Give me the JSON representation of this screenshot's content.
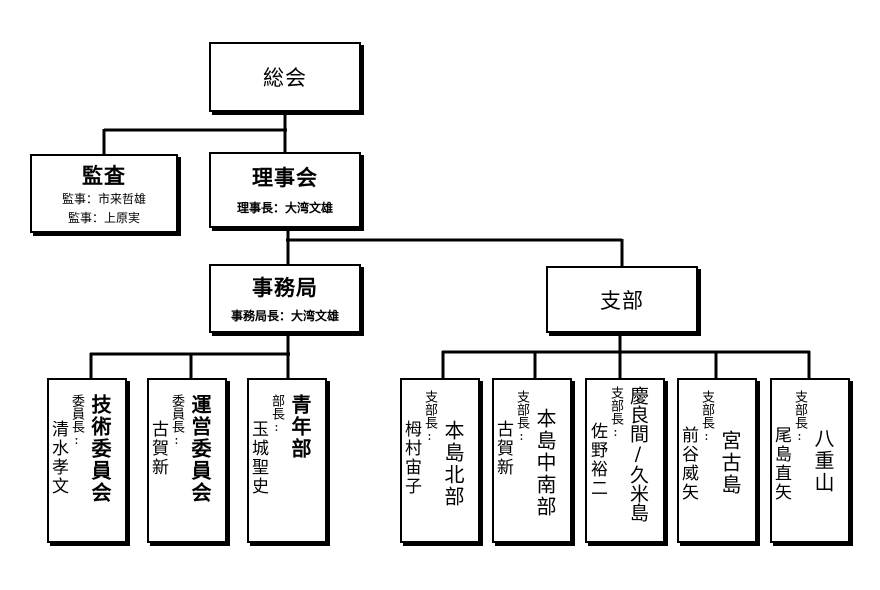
{
  "general_assembly": {
    "title": "総会"
  },
  "audit": {
    "title": "監査",
    "members": [
      "監事：市来哲雄",
      "監事：上原実"
    ]
  },
  "board": {
    "title": "理事会",
    "chair": "理事長：大湾文雄"
  },
  "secretariat": {
    "title": "事務局",
    "head": "事務局長：大湾文雄"
  },
  "branches": {
    "title": "支部"
  },
  "committees": [
    {
      "name": "技術委員会",
      "role": "委員長:",
      "person": "清水孝文"
    },
    {
      "name": "運営委員会",
      "role": "委員長:",
      "person": "古賀新"
    },
    {
      "name": "青年部",
      "role": "部長:",
      "person": "玉城聖史"
    }
  ],
  "branch_list": [
    {
      "name": "本島北部",
      "role": "支部長:",
      "person": "栂村宙子"
    },
    {
      "name": "本島中南部",
      "role": "支部長:",
      "person": "古賀新"
    },
    {
      "name": "慶良間/久米島",
      "role": "支部長:",
      "person": "佐野裕二"
    },
    {
      "name": "宮古島",
      "role": "支部長:",
      "person": "前谷威矢"
    },
    {
      "name": "八重山",
      "role": "支部長:",
      "person": "尾島直矢"
    }
  ]
}
